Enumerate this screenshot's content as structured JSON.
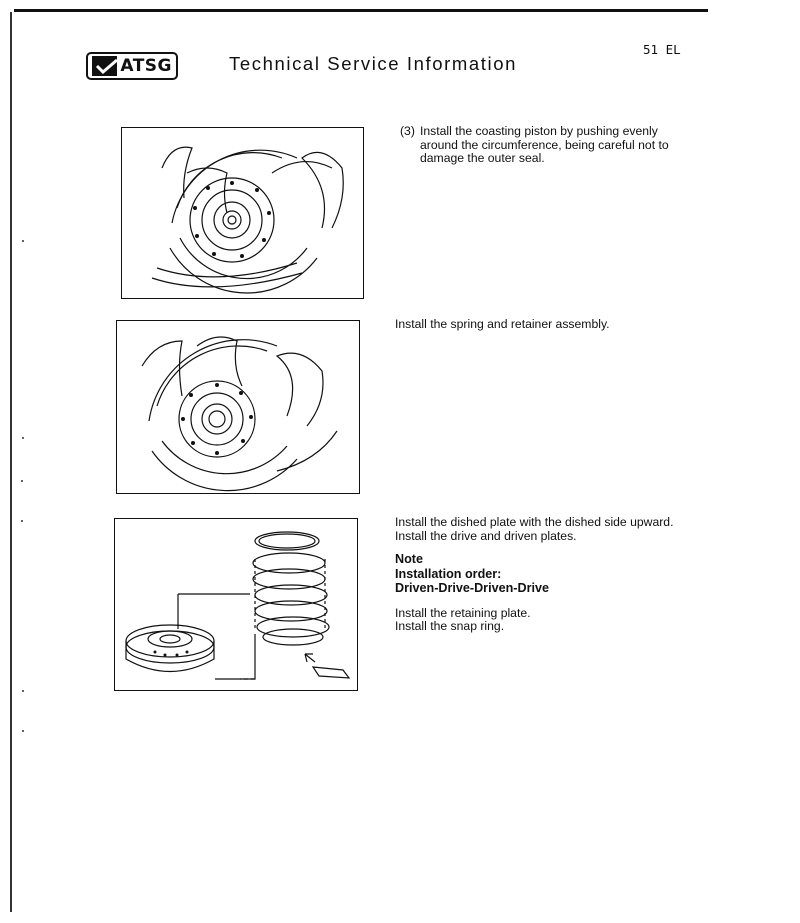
{
  "header": {
    "logo_text": "ATSG",
    "title": "Technical Service Information",
    "page_code": "51 EL"
  },
  "steps": [
    {
      "number": "(3)",
      "text": "Install the coasting piston by pushing evenly around the circumference, being careful not to damage the outer seal."
    },
    {
      "lines": [
        "Install the spring and retainer assembly."
      ]
    },
    {
      "lines": [
        "Install the dished plate with the dished side upward.",
        "Install the drive and driven plates."
      ],
      "note_heading": "Note",
      "note_lines": [
        "Installation order:",
        "Driven-Drive-Driven-Drive"
      ],
      "after_lines": [
        "Install the retaining plate.",
        "Install the snap ring."
      ]
    }
  ]
}
